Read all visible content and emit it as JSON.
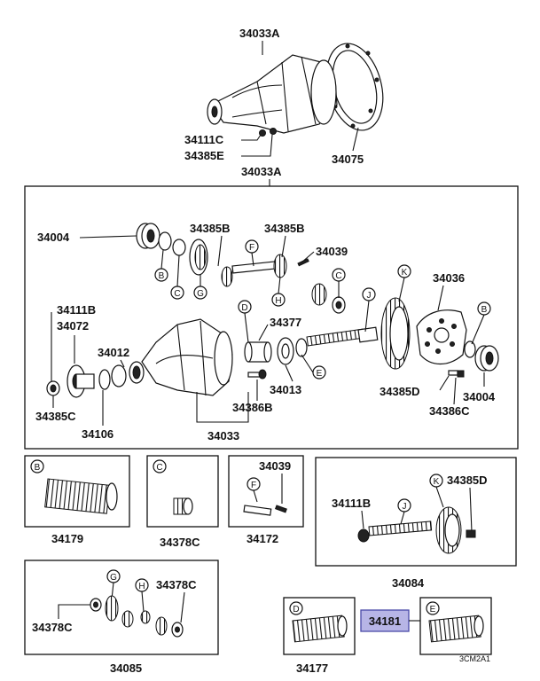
{
  "diagram": {
    "main_labels": {
      "housing_top": "34033A",
      "gasket": "34075",
      "bolt_c": "34111C",
      "washer_e": "34385E",
      "housing_box": "34033A",
      "bearing_left": "34004",
      "bolt_b1": "34385B",
      "bolt_b2": "34385B",
      "pin": "34039",
      "spacer": "34377",
      "carrier": "34036",
      "flange_bolt": "34111B",
      "flange": "34072",
      "seal": "34012",
      "nut": "34385C",
      "washer": "34106",
      "housing_bottom": "34033",
      "bolt": "34386B",
      "sleeve": "34013",
      "bolt_d": "34385D",
      "bearing_right": "34004",
      "bolt_c2": "34386C"
    },
    "kits": {
      "kit_b": "34179",
      "kit_c": "34378C",
      "kit_f_pin": "34039",
      "kit_f": "34172",
      "kit_j_bolt": "34111B",
      "kit_j_d": "34385D",
      "kit_j": "34084",
      "kit_gh_left": "34378C",
      "kit_gh_right": "34378C",
      "kit_gh": "34085",
      "kit_d": "34177",
      "highlighted": "34181",
      "code": "3CM2A1"
    },
    "callouts": {
      "b": "B",
      "c": "C",
      "d": "D",
      "e": "E",
      "f": "F",
      "g": "G",
      "h": "H",
      "j": "J",
      "k": "K"
    },
    "colors": {
      "highlight_fill": "#b7b5e6",
      "highlight_stroke": "#4a4aa8",
      "ink": "#111111"
    }
  }
}
